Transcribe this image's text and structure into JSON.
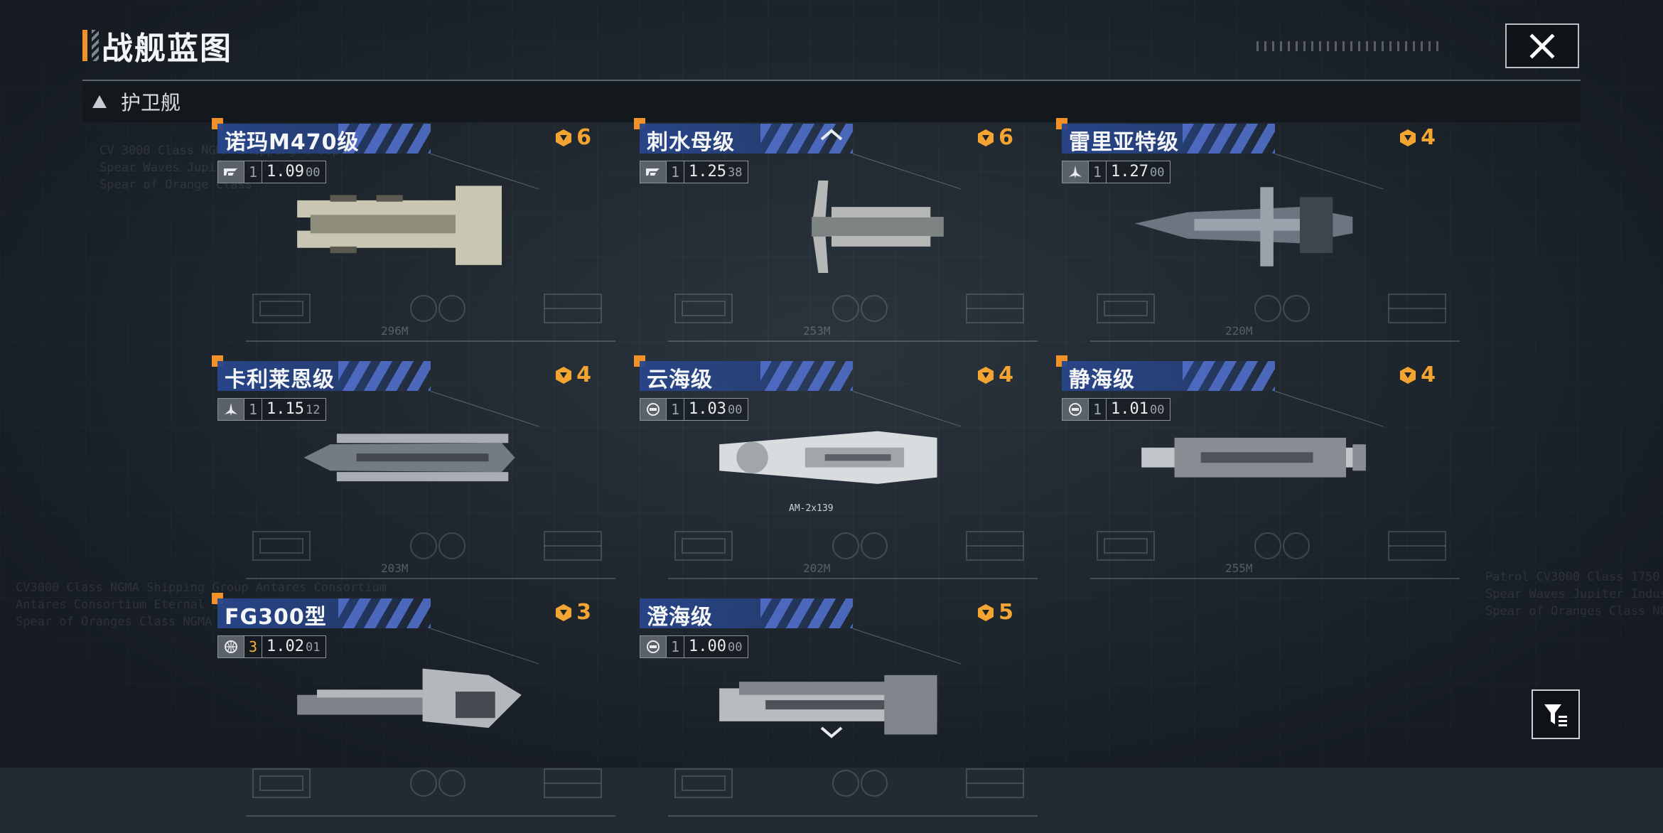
{
  "header": {
    "title": "战舰蓝图",
    "close_icon": "close-icon"
  },
  "category": {
    "label": "护卫舰",
    "state": "expanded"
  },
  "colors": {
    "accent_orange": "#f0912a",
    "cost_gold": "#f3a431",
    "name_bar_blue": "#284690"
  },
  "ships": [
    {
      "name": "诺玛M470级",
      "cost": "6",
      "role_icon": "ship-class-icon",
      "level": "1",
      "version_major": "1.09",
      "version_minor": "00",
      "length": "296M",
      "new": true,
      "ship_style": "tan-twin-hull"
    },
    {
      "name": "刺水母级",
      "cost": "6",
      "role_icon": "ship-class-icon",
      "level": "1",
      "version_major": "1.25",
      "version_minor": "38",
      "length": "253M",
      "new": true,
      "ship_style": "winged"
    },
    {
      "name": "雷里亚特级",
      "cost": "4",
      "role_icon": "fighter-icon",
      "level": "1",
      "version_major": "1.27",
      "version_minor": "00",
      "length": "220M",
      "new": true,
      "ship_style": "grey-arrow"
    },
    {
      "name": "卡利莱恩级",
      "cost": "4",
      "role_icon": "fighter-icon",
      "level": "1",
      "version_major": "1.15",
      "version_minor": "12",
      "length": "203M",
      "new": true,
      "ship_style": "grey-long"
    },
    {
      "name": "云海级",
      "cost": "4",
      "role_icon": "cannon-icon",
      "level": "1",
      "version_major": "1.03",
      "version_minor": "00",
      "length": "202M",
      "new": true,
      "ship_style": "white-wide",
      "weapon_label": "AM-2x139"
    },
    {
      "name": "静海级",
      "cost": "4",
      "role_icon": "cannon-icon",
      "level": "1",
      "version_major": "1.01",
      "version_minor": "00",
      "length": "255M",
      "new": true,
      "ship_style": "grey-flat"
    },
    {
      "name": "FG300型",
      "cost": "3",
      "role_icon": "globe-icon",
      "level": "3",
      "version_major": "1.02",
      "version_minor": "01",
      "length": "",
      "new": true,
      "ship_style": "grey-claw"
    },
    {
      "name": "澄海级",
      "cost": "5",
      "role_icon": "cannon-icon",
      "level": "1",
      "version_major": "1.00",
      "version_minor": "00",
      "length": "",
      "new": false,
      "ship_style": "grey-heavy"
    }
  ],
  "controls": {
    "scroll_up_icon": "chevron-up-icon",
    "scroll_down_icon": "chevron-down-icon",
    "filter_icon": "filter-icon"
  }
}
